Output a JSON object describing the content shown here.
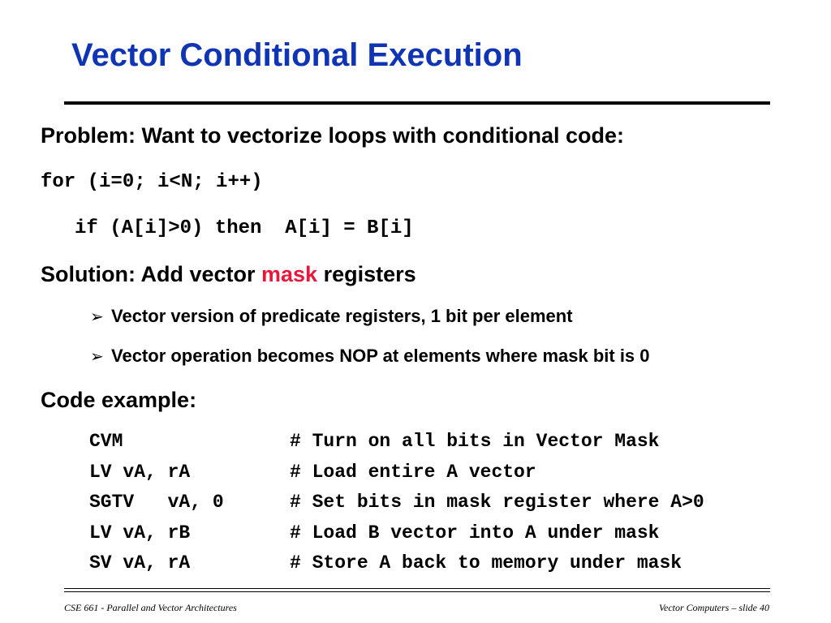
{
  "title": "Vector Conditional Execution",
  "problem": "Problem: Want to vectorize loops with conditional code:",
  "code_loop": {
    "line1": "for (i=0; i<N; i++)",
    "line2": "if (A[i]>0) then  A[i] = B[i]"
  },
  "solution": {
    "prefix": "Solution: Add vector ",
    "highlight": "mask",
    "suffix": " registers",
    "highlight_color": "#e8183c",
    "bullets": [
      {
        "arrow": "➢",
        "text": "Vector version of predicate registers, 1 bit per element"
      },
      {
        "arrow": "➢",
        "text": "Vector operation becomes NOP at elements where mask bit is 0"
      }
    ]
  },
  "code_example": {
    "heading": "Code example:",
    "rows": [
      {
        "instr": "CVM",
        "comment": "# Turn on all bits in Vector Mask"
      },
      {
        "instr": "LV vA, rA",
        "comment": "# Load entire A vector"
      },
      {
        "instr": "SGTV   vA, 0",
        "comment": "# Set bits in mask register where A>0"
      },
      {
        "instr": "LV vA, rB",
        "comment": "# Load B vector into A under mask"
      },
      {
        "instr": "SV vA, rA",
        "comment": "# Store A back to memory under mask"
      }
    ]
  },
  "footer": {
    "left": "CSE 661 - Parallel and Vector Architectures",
    "right_italic": "Vector Computers",
    "right_sep": " – ",
    "right_slide": "slide 40"
  },
  "colors": {
    "title": "#0f35b4",
    "text": "#000000",
    "mask_highlight": "#e8183c"
  }
}
